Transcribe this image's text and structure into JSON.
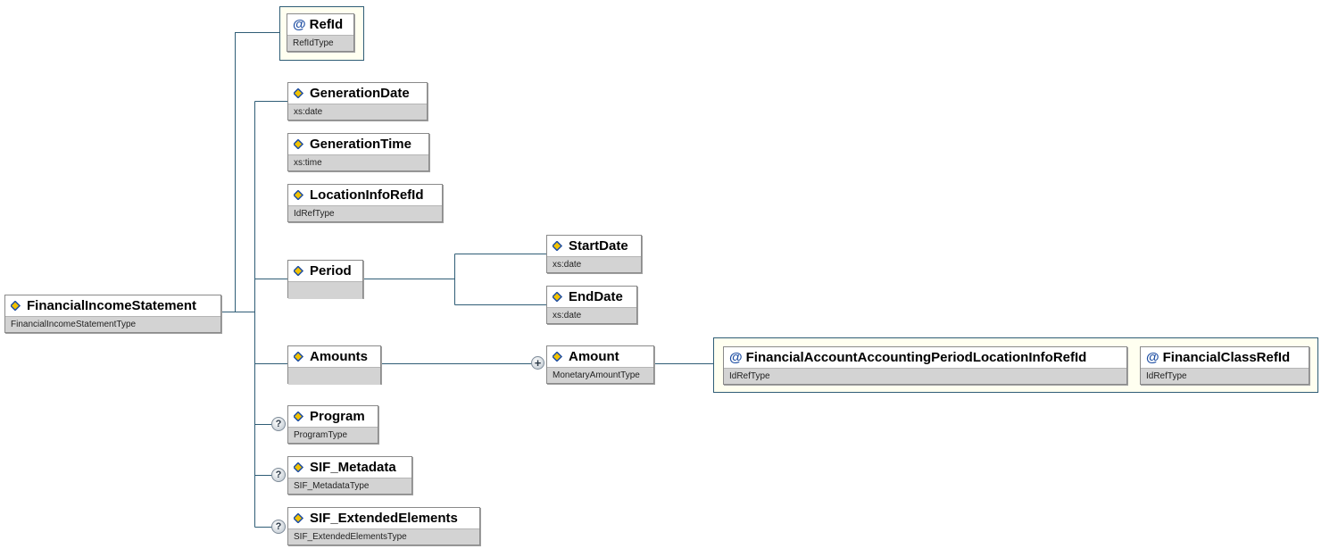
{
  "root": {
    "name": "FinancialIncomeStatement",
    "type": "FinancialIncomeStatementType"
  },
  "attributes": [
    {
      "name": "RefId",
      "type": "RefIdType"
    }
  ],
  "children": [
    {
      "name": "GenerationDate",
      "type": "xs:date"
    },
    {
      "name": "GenerationTime",
      "type": "xs:time"
    },
    {
      "name": "LocationInfoRefId",
      "type": "IdRefType"
    },
    {
      "name": "Period",
      "type": ""
    },
    {
      "name": "Amounts",
      "type": ""
    },
    {
      "name": "Program",
      "type": "ProgramType",
      "optional_marker": "?"
    },
    {
      "name": "SIF_Metadata",
      "type": "SIF_MetadataType",
      "optional_marker": "?"
    },
    {
      "name": "SIF_ExtendedElements",
      "type": "SIF_ExtendedElementsType",
      "optional_marker": "?"
    }
  ],
  "period_children": [
    {
      "name": "StartDate",
      "type": "xs:date"
    },
    {
      "name": "EndDate",
      "type": "xs:date"
    }
  ],
  "amounts_child": {
    "name": "Amount",
    "type": "MonetaryAmountType",
    "expand_marker": "+"
  },
  "amount_attributes": [
    {
      "name": "FinancialAccountAccountingPeriodLocationInfoRefId",
      "type": "IdRefType"
    },
    {
      "name": "FinancialClassRefId",
      "type": "IdRefType"
    }
  ],
  "symbols": {
    "attribute": "@"
  },
  "colors": {
    "connector": "#2f5d76",
    "attribute_group_fill": "#fffff0",
    "type_band": "#d3d3d3",
    "element_icon_blue": "#1f4fa3",
    "element_icon_yellow": "#f2c200"
  }
}
